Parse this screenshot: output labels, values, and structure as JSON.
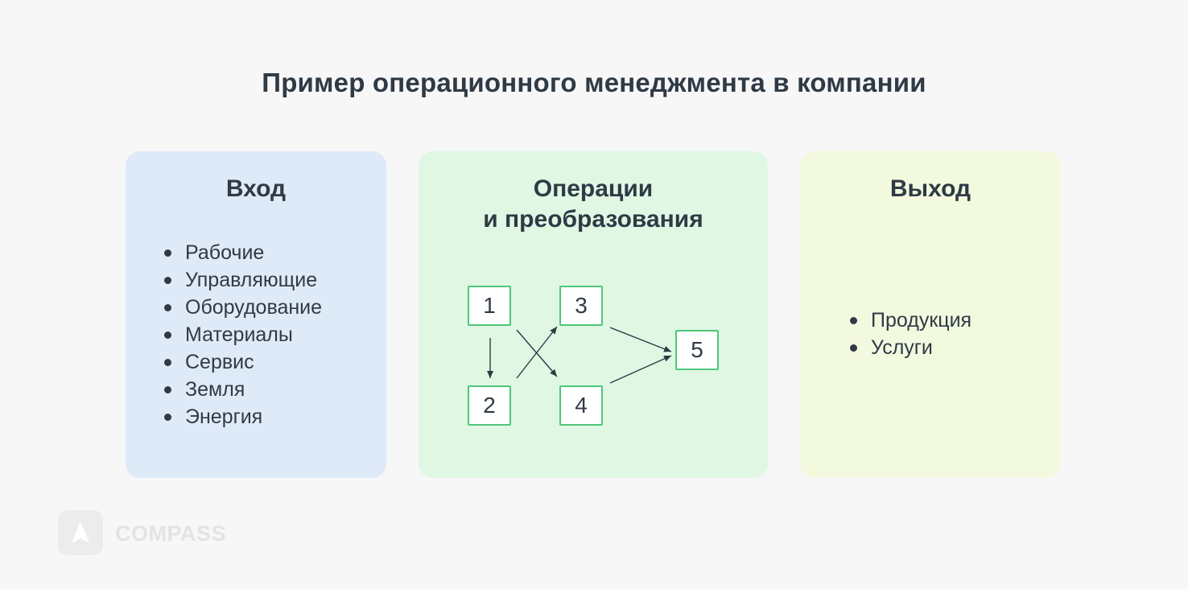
{
  "title": "Пример операционного менеджмента в компании",
  "input": {
    "title": "Вход",
    "items": [
      "Рабочие",
      "Управляющие",
      "Оборудование",
      "Материалы",
      "Сервис",
      "Земля",
      "Энергия"
    ]
  },
  "operations": {
    "title_line1": "Операции",
    "title_line2": "и преобразования",
    "nodes": [
      "1",
      "2",
      "3",
      "4",
      "5"
    ],
    "edges": [
      [
        "1",
        "2"
      ],
      [
        "1",
        "4"
      ],
      [
        "2",
        "3"
      ],
      [
        "3",
        "5"
      ],
      [
        "4",
        "5"
      ]
    ]
  },
  "output": {
    "title": "Выход",
    "items": [
      "Продукция",
      "Услуги"
    ]
  },
  "brand": {
    "name": "COMPASS",
    "icon": "compass-logo-icon"
  },
  "colors": {
    "input_bg": "#deeaf8",
    "operations_bg": "#dff7e3",
    "output_bg": "#f2f9df",
    "node_border": "#4fc77a"
  }
}
